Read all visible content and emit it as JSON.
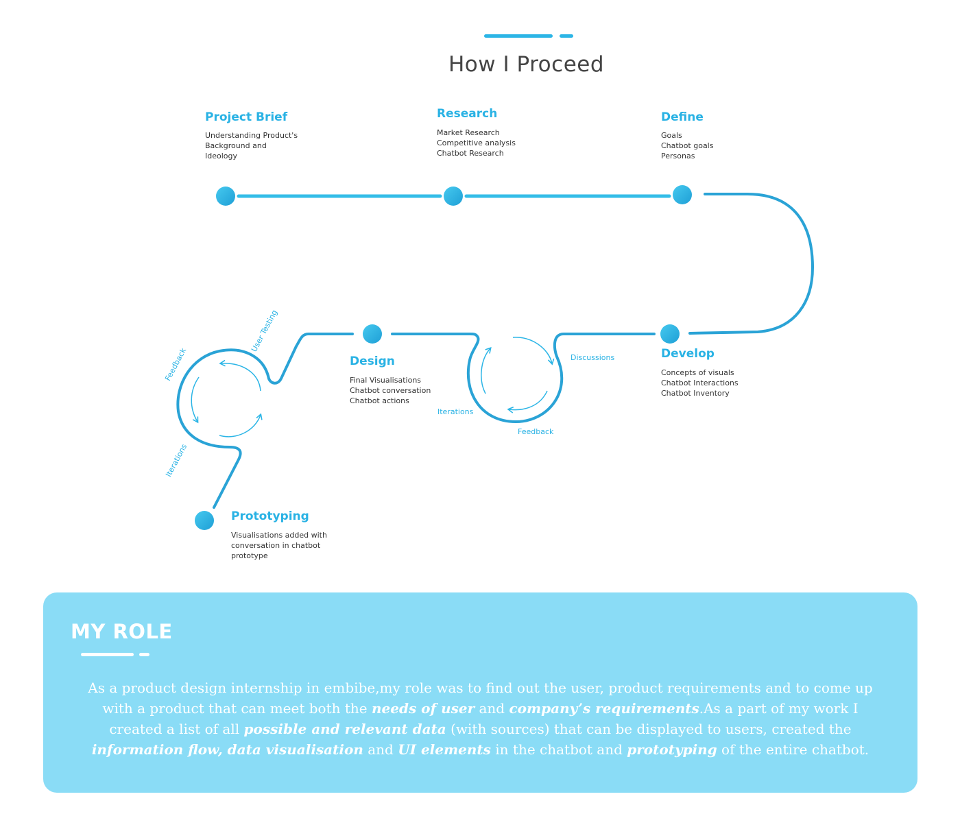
{
  "page": {
    "title": "How I Proceed"
  },
  "colors": {
    "accent": "#2bb5e6",
    "line": "#2aa3d6",
    "card_background": "#8adcf6",
    "heading_text": "#444444"
  },
  "steps": [
    {
      "title": "Project Brief",
      "items": [
        "Understanding Product's",
        "Background and",
        "Ideology"
      ]
    },
    {
      "title": "Research",
      "items": [
        "Market Research",
        "Competitive analysis",
        "Chatbot Research"
      ]
    },
    {
      "title": "Define",
      "items": [
        "Goals",
        "Chatbot goals",
        "Personas"
      ]
    },
    {
      "title": "Develop",
      "items": [
        "Concepts of visuals",
        "Chatbot Interactions",
        "Chatbot Inventory"
      ]
    },
    {
      "title": "Design",
      "items": [
        "Final Visualisations",
        "Chatbot conversation",
        "Chatbot actions"
      ]
    },
    {
      "title": "Prototyping",
      "items": [
        "Visualisations added with",
        "conversation in chatbot",
        "prototype"
      ]
    }
  ],
  "loops": {
    "right": {
      "labels": [
        "Discussions",
        "Iterations",
        "Feedback"
      ]
    },
    "left": {
      "labels": [
        "User Testing",
        "Feedback",
        "Iterations"
      ]
    }
  },
  "role": {
    "heading": "MY ROLE",
    "paragraph": [
      {
        "text": "As a product design internship in embibe,my role was to find out the user, product requirements and to come up with a product that can meet both the ",
        "bold": false
      },
      {
        "text": "needs of user",
        "bold": true
      },
      {
        "text": " and ",
        "bold": false
      },
      {
        "text": "company’s requirements",
        "bold": true
      },
      {
        "text": ".As a part of my work I created a list of all ",
        "bold": false
      },
      {
        "text": "possible and relevant data",
        "bold": true
      },
      {
        "text": " (with sources) that can be displayed to users, created the ",
        "bold": false
      },
      {
        "text": "information flow, data visualisation",
        "bold": true
      },
      {
        "text": " and ",
        "bold": false
      },
      {
        "text": "UI elements",
        "bold": true
      },
      {
        "text": " in the chatbot and ",
        "bold": false
      },
      {
        "text": "prototyping",
        "bold": true
      },
      {
        "text": " of the entire chatbot.",
        "bold": false
      }
    ]
  }
}
